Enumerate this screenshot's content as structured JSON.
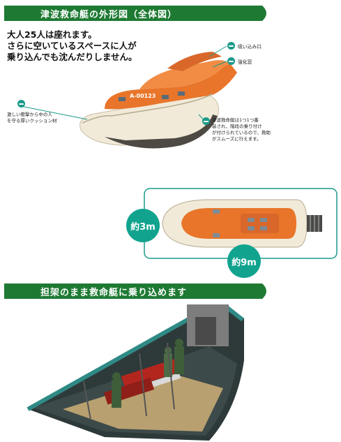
{
  "section1": {
    "title": "津波救命艇の外形図（全体図）",
    "headline_line1": "大人25人は座れます。",
    "headline_line2": "さらに空いているスペースに人が",
    "headline_line3": "乗り込んでも沈んだりしません。",
    "boat_id": "A-00123",
    "callouts": {
      "intake": "吸い込み口",
      "hatch": "強化窓",
      "cushion_line1": "激しい衝撃から中の人",
      "cushion_line2": "を守る厚いクッション材",
      "stairs_line1": "津波救命艇は1つ1つ番",
      "stairs_line2": "装され、階段の乗り付け",
      "stairs_line3": "が付けられているので、救助",
      "stairs_line4": "がスムーズに行えます。"
    }
  },
  "topview": {
    "width_label": "約3m",
    "length_label": "約9m"
  },
  "section2": {
    "title": "担架のまま救命艇に乗り込めます"
  },
  "colors": {
    "banner_green": "#1e7a33",
    "teal": "#1a9a8a",
    "boat_orange": "#e8752a",
    "hull_cream": "#f1ead8"
  }
}
